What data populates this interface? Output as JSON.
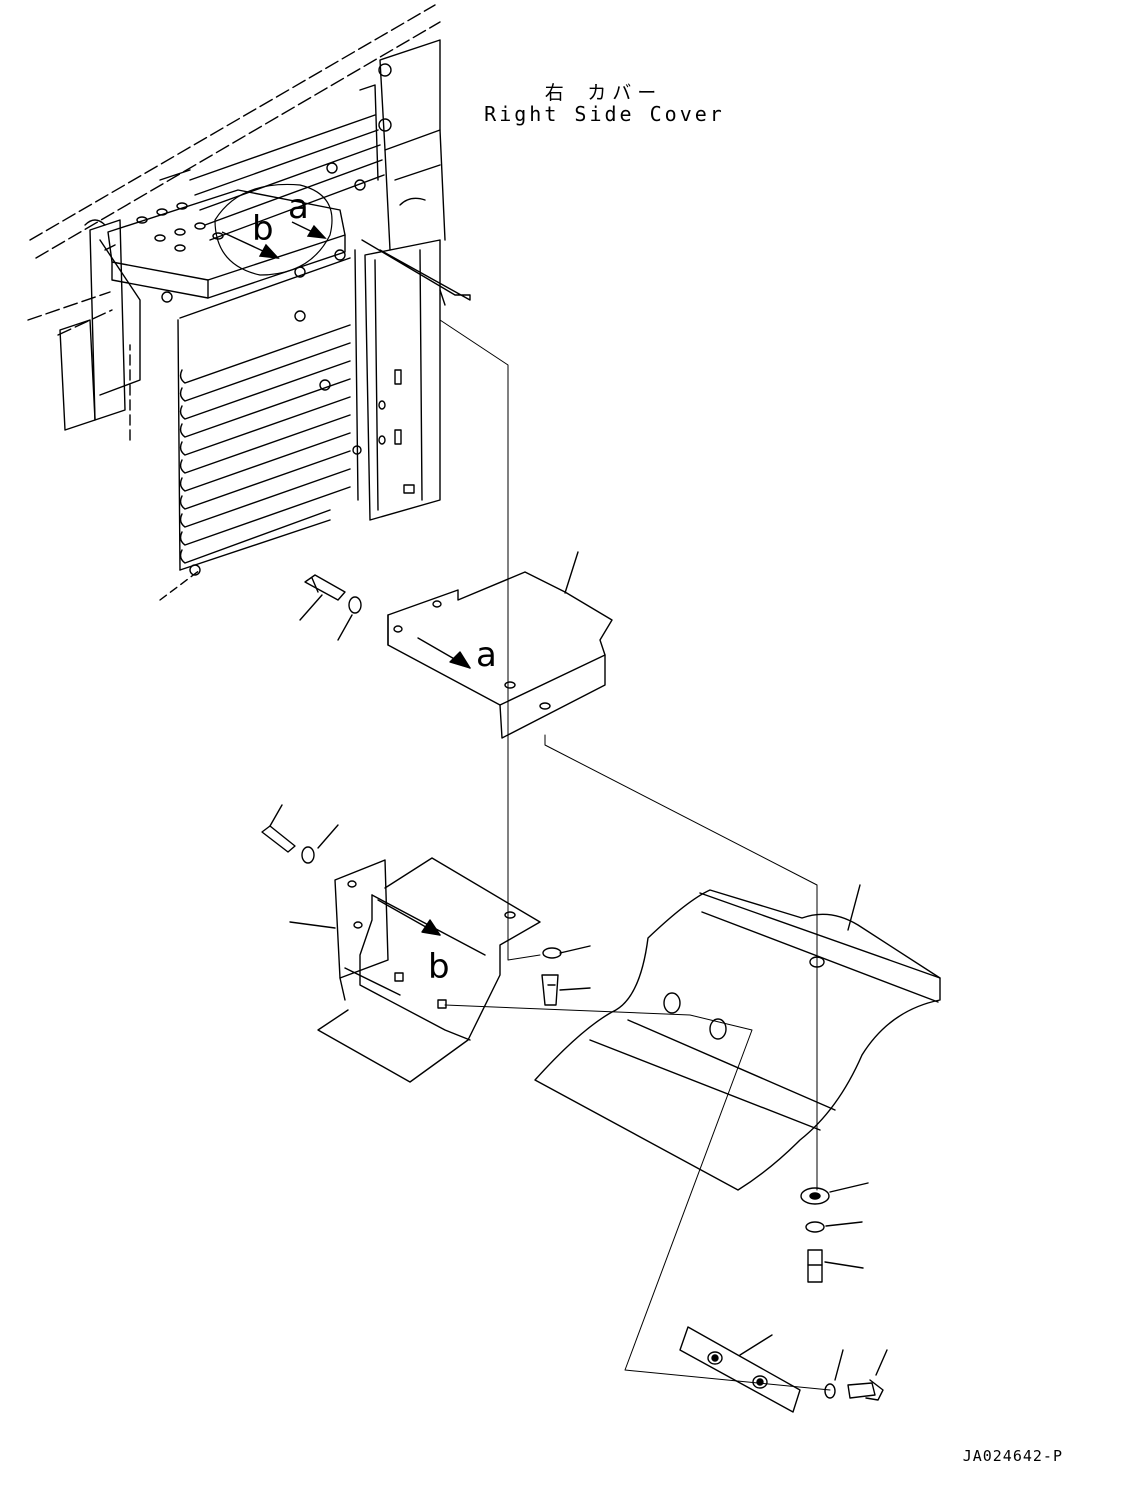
{
  "caption": {
    "japanese": "右 カバー",
    "english": "Right Side Cover"
  },
  "reference_marks": {
    "a_upper": "a",
    "b_upper": "b",
    "a_lower": "a",
    "b_lower": "b"
  },
  "drawing_id": "JA024642-P",
  "colors": {
    "line": "#000000",
    "background": "#ffffff"
  }
}
